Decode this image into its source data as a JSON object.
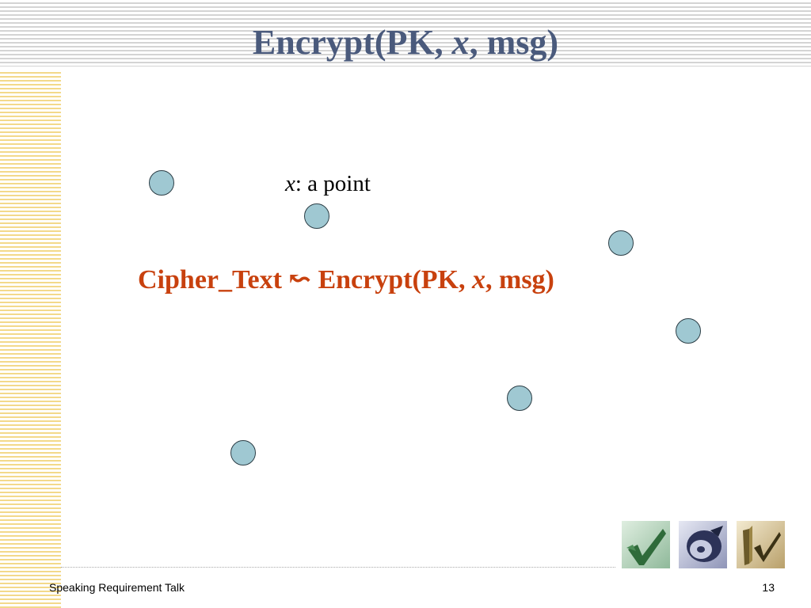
{
  "slide": {
    "title": {
      "prefix": "Encrypt(PK, ",
      "var": "x",
      "suffix": ", msg)"
    },
    "point_label": {
      "var": "x",
      "rest": ": a point"
    },
    "equation": {
      "prefix": "Cipher_Text ↜ Encrypt(PK, ",
      "var": "x",
      "suffix": ", msg)"
    },
    "colors": {
      "title": "#4a5a7c",
      "equation": "#c8410e",
      "point_fill": "#9fc8d2",
      "point_stroke": "#2c3e46",
      "top_stripes": "#d4d4d4",
      "left_stripes": "#f3d98a"
    },
    "icons": [
      "checkmark-icon",
      "cd-disc-icon",
      "pen-checkmark-icon"
    ],
    "footer": {
      "left": "Speaking Requirement Talk",
      "page_number": "13"
    }
  }
}
